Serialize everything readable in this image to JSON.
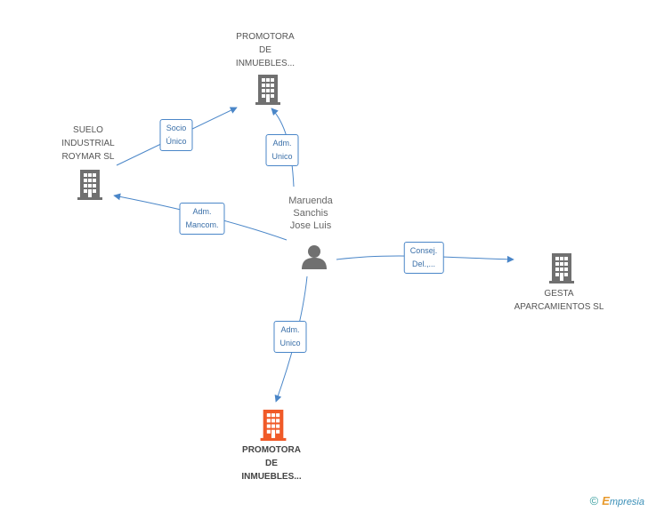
{
  "nodes": {
    "promotora_top": {
      "lines": [
        "PROMOTORA",
        "DE",
        "INMUEBLES..."
      ],
      "color": "#707070"
    },
    "suelo": {
      "lines": [
        "SUELO",
        "INDUSTRIAL",
        "ROYMAR SL"
      ],
      "color": "#707070"
    },
    "person": {
      "lines": [
        "Maruenda",
        "Sanchis",
        "Jose Luis"
      ],
      "color": "#707070"
    },
    "gesta": {
      "lines": [
        "GESTA",
        "APARCAMIENTOS SL"
      ],
      "color": "#707070"
    },
    "promotora_bottom": {
      "lines": [
        "PROMOTORA",
        "DE",
        "INMUEBLES..."
      ],
      "color": "#f05a28"
    }
  },
  "edges": {
    "suelo_to_promotora": [
      "Socio",
      "Único"
    ],
    "person_to_promotora": [
      "Adm.",
      "Unico"
    ],
    "person_to_suelo": [
      "Adm.",
      "Mancom."
    ],
    "person_to_gesta": [
      "Consej.",
      "Del.,..."
    ],
    "person_to_bottom": [
      "Adm.",
      "Unico"
    ]
  },
  "colors": {
    "edge": "#4a86c8"
  },
  "footer": {
    "copyright": "©",
    "brand_first": "E",
    "brand_rest": "mpresia"
  }
}
